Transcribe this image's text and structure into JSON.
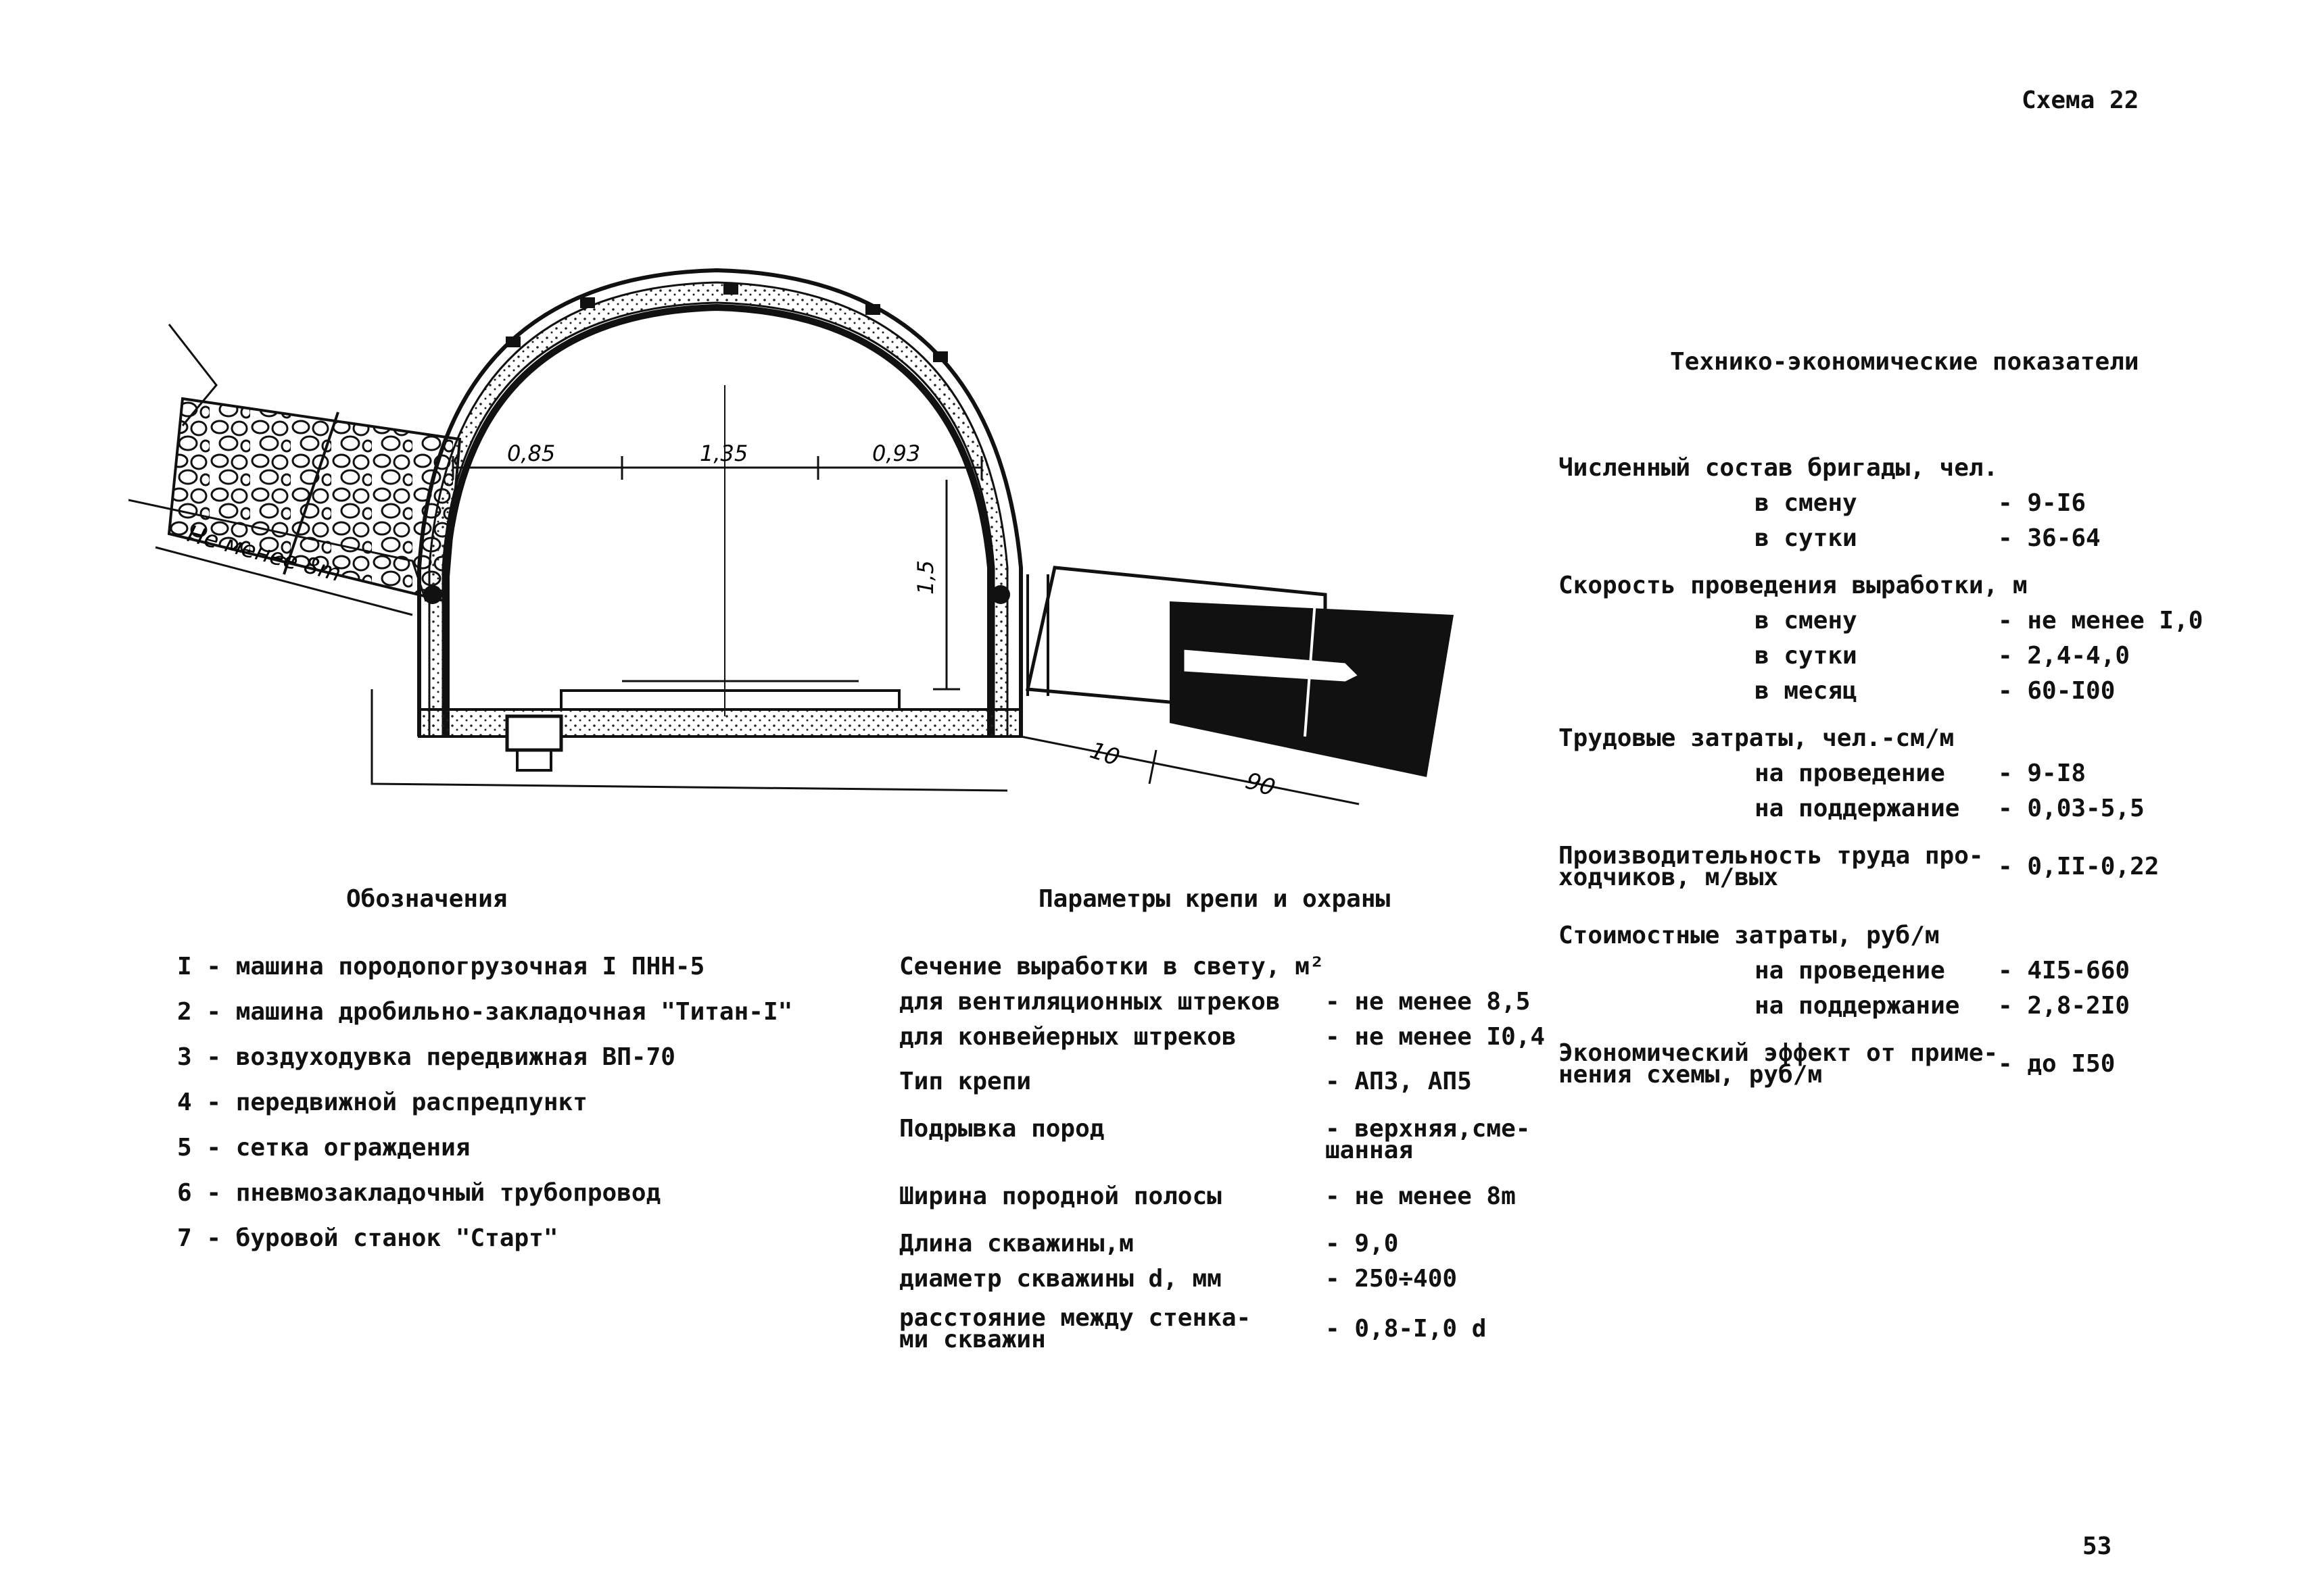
{
  "scheme_label": "Схема 22",
  "page_number": "53",
  "figure": {
    "dim_top_left": "0,85",
    "dim_top_mid": "1,35",
    "dim_top_right": "0,93",
    "dim_height": "1,5",
    "dim_gallery": "Не менее 8m",
    "dim_bottom_1": "10",
    "dim_bottom_2": "90"
  },
  "legend": {
    "title": "Обозначения",
    "items": [
      "I - машина породопогрузочная I ПНН-5",
      "2 - машина дробильно-закладочная \"Титан-I\"",
      "3 - воздуходувка передвижная ВП-70",
      "4 - передвижной распредпункт",
      "5 - сетка ограждения",
      "6 - пневмозакладочный трубопровод",
      "7 - буровой станок \"Старт\""
    ]
  },
  "params": {
    "title": "Параметры крепи и охраны",
    "rows": [
      {
        "label": "Сечение выработки в свету, м²",
        "value": ""
      },
      {
        "label": "  для вентиляционных штреков",
        "value": "- не менее 8,5"
      },
      {
        "label": "  для конвейерных штреков",
        "value": "- не менее I0,4"
      },
      {
        "label": "Тип крепи",
        "value": "- АП3, АП5"
      },
      {
        "label": "Подрывка пород",
        "value": "- верхняя,сме-",
        "value2": "  шанная"
      },
      {
        "label": "Ширина породной полосы",
        "value": "- не менее 8m"
      },
      {
        "label": "Длина скважины,м",
        "value": "- 9,0"
      },
      {
        "label": "  диаметр скважины d, мм",
        "value": "- 250÷400"
      },
      {
        "label": "  расстояние между стенка-",
        "label2": "  ми скважин",
        "value": "- 0,8-I,0 d"
      }
    ]
  },
  "indicators": {
    "title": "Технико-экономические показатели",
    "groups": [
      {
        "label": "Численный состав бригады, чел.",
        "rows": [
          {
            "label": "в смену",
            "value": "- 9-I6"
          },
          {
            "label": "в сутки",
            "value": "- 36-64"
          }
        ]
      },
      {
        "label": "Скорость проведения выработки, м",
        "rows": [
          {
            "label": "в смену",
            "value": "- не менее I,0"
          },
          {
            "label": "в сутки",
            "value": "- 2,4-4,0"
          },
          {
            "label": "в месяц",
            "value": "- 60-I00"
          }
        ]
      },
      {
        "label": "Трудовые затраты, чел.-см/м",
        "rows": [
          {
            "label": "на проведение",
            "value": "- 9-I8"
          },
          {
            "label": "на поддержание",
            "value": "- 0,03-5,5"
          }
        ]
      },
      {
        "label": "Производительность труда про-",
        "label2": "ходчиков, м/вых",
        "value": "- 0,II-0,22",
        "rows": []
      },
      {
        "label": "Стоимостные затраты, руб/м",
        "rows": [
          {
            "label": "на проведение",
            "value": "- 4I5-660"
          },
          {
            "label": "на поддержание",
            "value": "- 2,8-2I0"
          }
        ]
      },
      {
        "label": "Экономический эффект от приме-",
        "label2": "нения схемы, руб/м",
        "value": "- до I50",
        "rows": []
      }
    ]
  }
}
